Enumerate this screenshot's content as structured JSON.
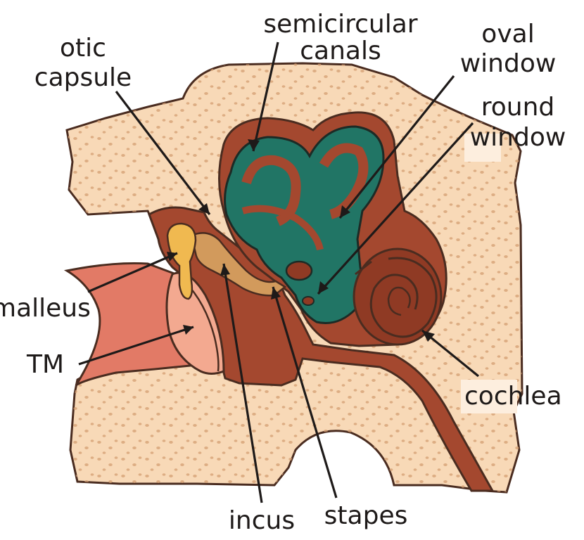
{
  "labels": {
    "semicircular_canals": [
      "semicircular",
      "canals"
    ],
    "otic_capsule": [
      "otic",
      "capsule"
    ],
    "oval_window": [
      "oval",
      "window"
    ],
    "round_window": [
      "round",
      "window"
    ],
    "malleus": "malleus",
    "tm": "TM",
    "cochlea": "cochlea",
    "incus": "incus",
    "stapes": "stapes"
  },
  "colors": {
    "bone": "#f8d9b7",
    "bone_dots": "#d49e72",
    "outline": "#4a2c20",
    "soft_tissue": "#a4482f",
    "cochlea_fill": "#8f3a24",
    "canal_green": "#217565",
    "ear_canal": "#e27a66",
    "tympanic_membrane": "#f3a990",
    "malleus": "#f0b950",
    "incus": "#d29a5c",
    "label_highlight": "#fdeede"
  }
}
